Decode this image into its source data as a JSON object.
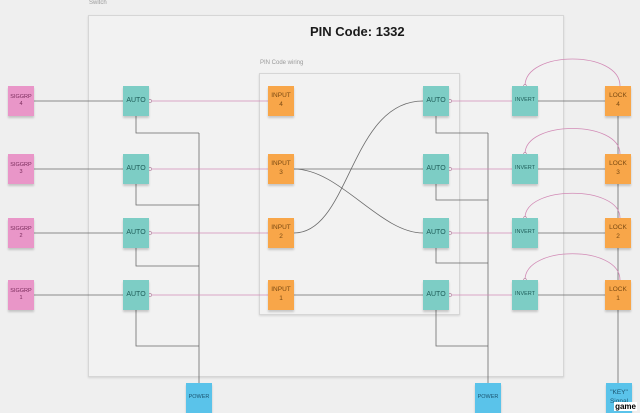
{
  "frames": {
    "switch_label": "Switch",
    "wiring_label": "PIN Code wiring"
  },
  "title": "PIN Code: 1332",
  "siggrp": [
    {
      "label": "SIGGRP",
      "num": "4"
    },
    {
      "label": "SIGGRP",
      "num": "3"
    },
    {
      "label": "SIGGRP",
      "num": "2"
    },
    {
      "label": "SIGGRP",
      "num": "1"
    }
  ],
  "auto_left": [
    "AUTO",
    "AUTO",
    "AUTO",
    "AUTO"
  ],
  "inputs": [
    {
      "label": "INPUT",
      "num": "4"
    },
    {
      "label": "INPUT",
      "num": "3"
    },
    {
      "label": "INPUT",
      "num": "2"
    },
    {
      "label": "INPUT",
      "num": "1"
    }
  ],
  "auto_right": [
    "AUTO",
    "AUTO",
    "AUTO",
    "AUTO"
  ],
  "inverts": [
    "INVERT",
    "INVERT",
    "INVERT",
    "INVERT"
  ],
  "locks": [
    {
      "label": "LOCK",
      "num": "4"
    },
    {
      "label": "LOCK",
      "num": "3"
    },
    {
      "label": "LOCK",
      "num": "2"
    },
    {
      "label": "LOCK",
      "num": "1"
    }
  ],
  "power": [
    "POWER",
    "POWER"
  ],
  "key": {
    "line1": "\"KEY\"",
    "line2": "Signal"
  },
  "watermark": "game",
  "colors": {
    "siggrp": "#e996c8",
    "auto": "#7dcdc5",
    "input": "#f8a649",
    "power": "#5ac3ea",
    "wire": "#555555",
    "inverted_wire": "#c0739f"
  }
}
